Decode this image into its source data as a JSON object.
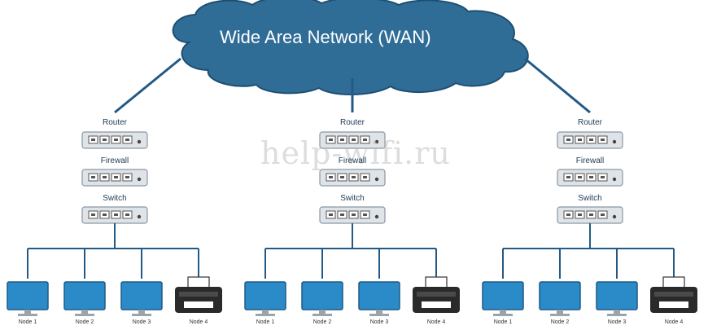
{
  "wan": {
    "label": "Wide Area Network (WAN)"
  },
  "colors": {
    "cloud": "#2f6d97",
    "cloud_edge": "#1d4f73",
    "line": "#235a85",
    "device": "#dfe4e9",
    "monitor": "#2b8bc9"
  },
  "watermark": "help-wifi.ru",
  "sites": [
    {
      "router": "Router",
      "firewall": "Firewall",
      "switch": "Switch",
      "nodes": [
        "Node 1",
        "Node 2",
        "Node 3",
        "Node 4"
      ]
    },
    {
      "router": "Router",
      "firewall": "Firewall",
      "switch": "Switch",
      "nodes": [
        "Node 1",
        "Node 2",
        "Node 3",
        "Node 4"
      ]
    },
    {
      "router": "Router",
      "firewall": "Firewall",
      "switch": "Switch",
      "nodes": [
        "Node 1",
        "Node 2",
        "Node 3",
        "Node 4"
      ]
    }
  ],
  "icons": {
    "computer": "monitor-icon",
    "printer": "printer-icon",
    "device": "network-device-icon",
    "cloud": "cloud-icon"
  }
}
